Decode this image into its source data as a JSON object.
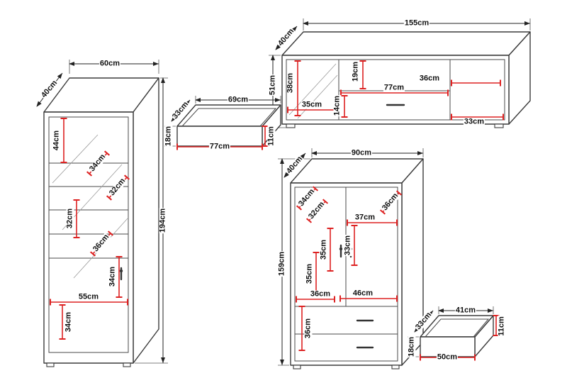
{
  "units": "cm",
  "colors": {
    "outline": "#3b3b3b",
    "outer_dimension": "#222222",
    "inner_dimension": "#dd2222",
    "background": "#ffffff"
  },
  "pieces": {
    "cabinet": {
      "depth": "40cm",
      "width": "60cm",
      "height": "194cm",
      "inner": {
        "d1": "44cm",
        "d2": "34cm",
        "d3": "32cm",
        "d4": "32cm",
        "d5": "36cm",
        "d6": "34cm",
        "d7": "55cm",
        "d8": "34cm"
      }
    },
    "tv_stand": {
      "depth": "40cm",
      "width": "155cm",
      "height": "51cm",
      "inner": {
        "d1": "38cm",
        "d2": "19cm",
        "d3": "35cm",
        "d4": "14cm",
        "d5": "77cm",
        "d6": "36cm",
        "d7": "33cm"
      }
    },
    "drawer1": {
      "depth": "33cm",
      "width": "69cm",
      "height": "18cm",
      "front_width": "77cm",
      "front_height": "11cm"
    },
    "chest": {
      "depth": "40cm",
      "width": "90cm",
      "height": "159cm",
      "inner": {
        "d1": "34cm",
        "d2": "32cm",
        "d3": "36cm",
        "d4": "37cm",
        "d5": "35cm",
        "d6": "33cm",
        "d7": "35cm",
        "d8": "36cm",
        "d9": "46cm",
        "d10": "36cm"
      }
    },
    "drawer2": {
      "depth": "33cm",
      "width": "41cm",
      "height": "18cm",
      "front_width": "50cm",
      "front_height": "11cm"
    }
  }
}
